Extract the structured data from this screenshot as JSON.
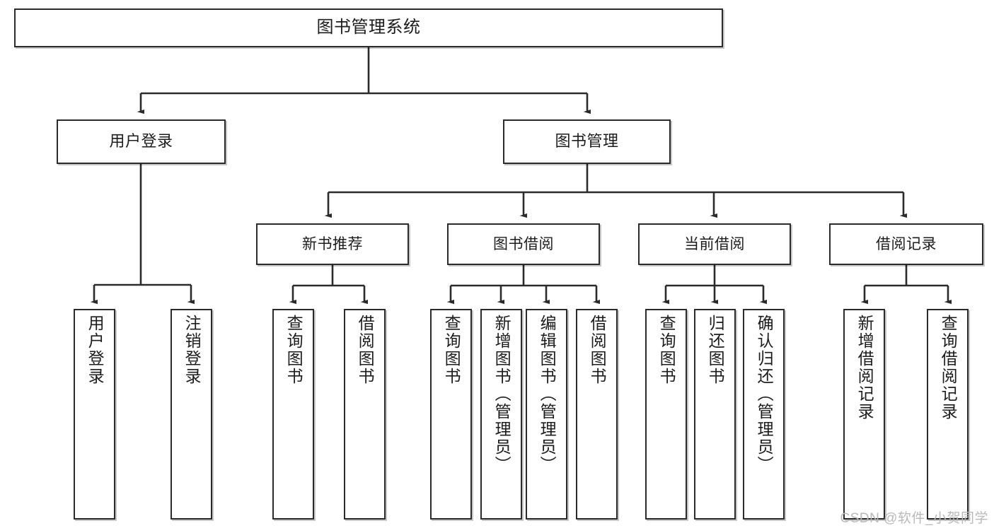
{
  "diagram": {
    "title": "图书管理系统",
    "type": "functional-structure-tree",
    "root": {
      "label": "图书管理系统"
    },
    "level2": [
      {
        "id": "user-login",
        "label": "用户登录"
      },
      {
        "id": "book-management",
        "label": "图书管理"
      }
    ],
    "level3": [
      {
        "id": "new-book-recommend",
        "label": "新书推荐"
      },
      {
        "id": "book-borrow",
        "label": "图书借阅"
      },
      {
        "id": "current-borrow",
        "label": "当前借阅"
      },
      {
        "id": "borrow-record",
        "label": "借阅记录"
      }
    ],
    "leaves": [
      {
        "id": "leaf-user-login",
        "label": "用户登录"
      },
      {
        "id": "leaf-logout-login",
        "label": "注销登录"
      },
      {
        "id": "leaf-query-book-1",
        "label": "查询图书"
      },
      {
        "id": "leaf-borrow-book-1",
        "label": "借阅图书"
      },
      {
        "id": "leaf-query-book-2",
        "label": "查询图书"
      },
      {
        "id": "leaf-add-book-admin",
        "label": "新增图书（管理员）"
      },
      {
        "id": "leaf-edit-book-admin",
        "label": "编辑图书（管理员）"
      },
      {
        "id": "leaf-borrow-book-2",
        "label": "借阅图书"
      },
      {
        "id": "leaf-query-book-3",
        "label": "查询图书"
      },
      {
        "id": "leaf-return-book",
        "label": "归还图书"
      },
      {
        "id": "leaf-confirm-return-admin",
        "label": "确认归还（管理员）"
      },
      {
        "id": "leaf-add-borrow-record",
        "label": "新增借阅记录"
      },
      {
        "id": "leaf-query-borrow-record",
        "label": "查询借阅记录"
      }
    ]
  },
  "watermark": {
    "text": "CSDN @软件_小贺同学"
  },
  "colors": {
    "stroke": "#2b2b2b",
    "fill": "#ffffff",
    "text": "#1c1c1c",
    "watermark": "#b9b9b9"
  }
}
